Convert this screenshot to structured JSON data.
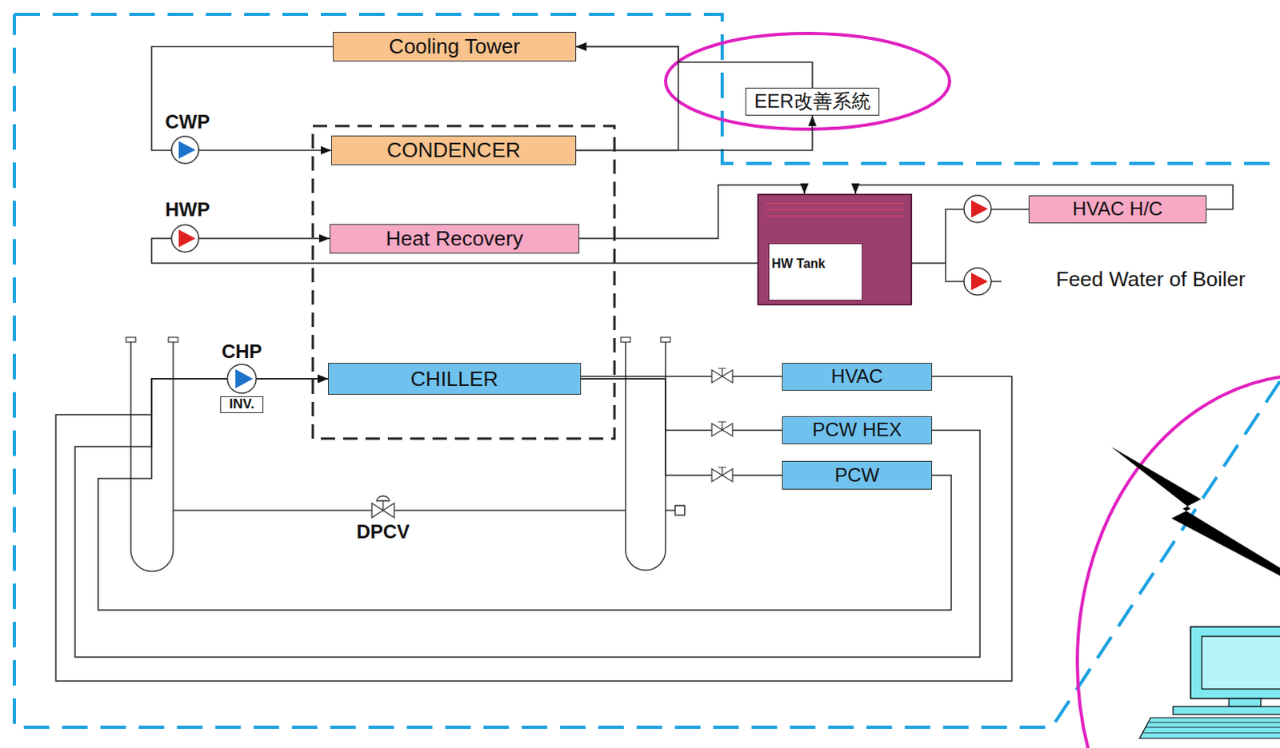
{
  "diagram": {
    "nodes": [
      {
        "text": [
          "Cooling Tower"
        ]
      },
      {
        "text": [
          "EER改善系統"
        ]
      },
      {
        "text": [
          "CONDENCER"
        ]
      },
      {
        "text": [
          "Heat Recovery"
        ]
      },
      {
        "text": [
          "HW Tank"
        ]
      },
      {
        "text": [
          "HVAC H/C"
        ]
      },
      {
        "text": [
          "CHILLER"
        ]
      },
      {
        "text": [
          "HVAC"
        ]
      },
      {
        "text": [
          "PCW HEX"
        ]
      },
      {
        "text": [
          "PCW"
        ]
      }
    ],
    "edges": [
      {
        "from": 2,
        "to": 0,
        "arrow": "to"
      },
      {
        "from": 2,
        "to": 1,
        "arrow": "to"
      },
      {
        "from": 1,
        "to": 0,
        "arrow": "to"
      },
      {
        "from": 0,
        "to": 2,
        "arrow": "to"
      },
      {
        "from": 3,
        "to": 4,
        "arrow": "to"
      },
      {
        "from": 5,
        "to": 4,
        "arrow": "to"
      },
      {
        "from": 4,
        "to": 3,
        "arrow": "to"
      },
      {
        "from": 4,
        "to": 5,
        "arrow": "none"
      },
      {
        "from": 6,
        "to": 7,
        "arrow": "none"
      },
      {
        "from": 6,
        "to": 8,
        "arrow": "none"
      },
      {
        "from": 6,
        "to": 9,
        "arrow": "none"
      },
      {
        "from": 7,
        "to": 6,
        "arrow": "to"
      },
      {
        "from": 8,
        "to": 6,
        "arrow": "to"
      },
      {
        "from": 9,
        "to": 6,
        "arrow": "to"
      }
    ],
    "labels": [
      "CWP",
      "HWP",
      "Feed Water of Boiler",
      "CHP",
      "INV.",
      "DPCV"
    ]
  }
}
